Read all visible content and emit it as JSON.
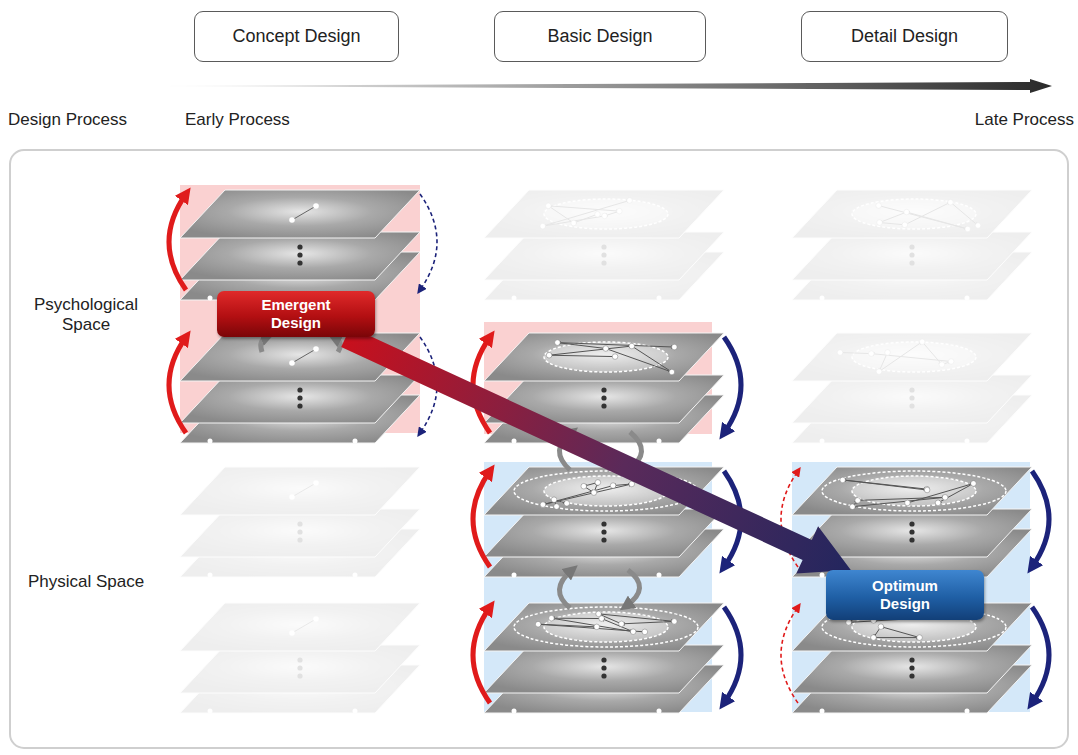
{
  "diagram": {
    "nodes": [
      {
        "text": [
          "Concept Design"
        ]
      },
      {
        "text": [
          "Basic Design"
        ]
      },
      {
        "text": [
          "Detail Design"
        ]
      },
      {
        "text": [
          "Emergent Design"
        ]
      },
      {
        "text": [
          "Optimum Design"
        ]
      }
    ],
    "edges": [
      {
        "from": 3,
        "to": 4,
        "arrow": "to"
      }
    ],
    "labels": [
      "Design Process",
      "Early Process",
      "Late Process",
      "Psychological Space",
      "Physical Space"
    ]
  }
}
